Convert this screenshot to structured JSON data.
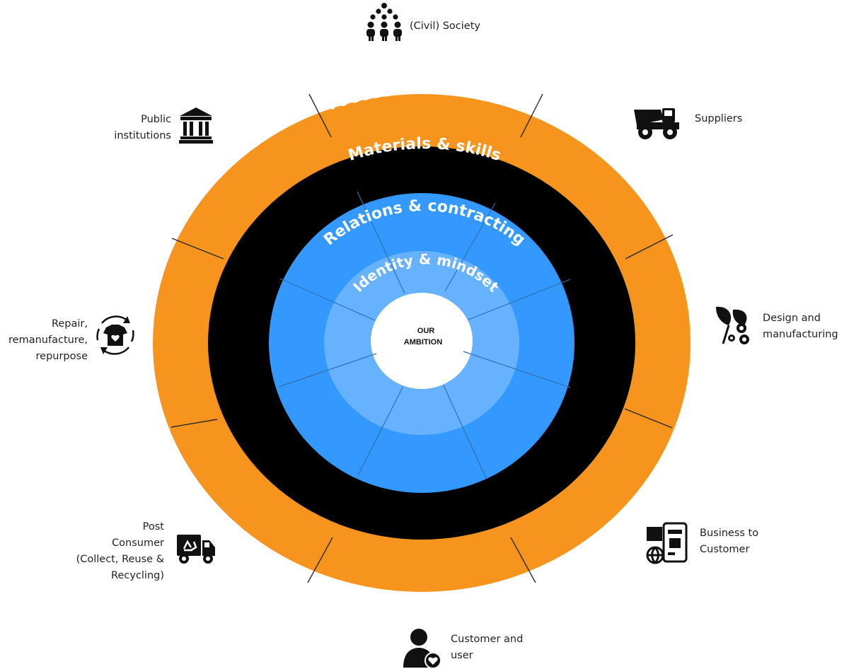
{
  "rings": {
    "outer": "Processes & activities",
    "second": "Materials & skills",
    "third": "Relations & contracting",
    "fourth": "Identity & mindset",
    "center": [
      "OUR",
      "AMBITION"
    ]
  },
  "stakeholders": [
    {
      "lines": [
        "(Civil) Society"
      ],
      "icon": "people-group-icon"
    },
    {
      "lines": [
        "Suppliers"
      ],
      "icon": "dump-truck-icon"
    },
    {
      "lines": [
        "Design and",
        "manufacturing"
      ],
      "icon": "leaf-gears-icon"
    },
    {
      "lines": [
        "Business to",
        "Customer"
      ],
      "icon": "mobile-commerce-icon"
    },
    {
      "lines": [
        "Customer and",
        "user"
      ],
      "icon": "user-heart-icon"
    },
    {
      "lines": [
        "Post",
        "Consumer",
        "(Collect, Reuse &",
        "Recycling)"
      ],
      "icon": "recycling-truck-icon"
    },
    {
      "lines": [
        "Repair,",
        "remanufacture,",
        "repurpose"
      ],
      "icon": "tshirt-cycle-icon"
    },
    {
      "lines": [
        "Public",
        "institutions"
      ],
      "icon": "government-building-icon"
    }
  ],
  "colors": {
    "outer": "#f7941d",
    "second": "#000000",
    "third": "#3399ff",
    "fourth": "#66b2ff",
    "center": "#ffffff",
    "separator": "#2a2a2a"
  }
}
